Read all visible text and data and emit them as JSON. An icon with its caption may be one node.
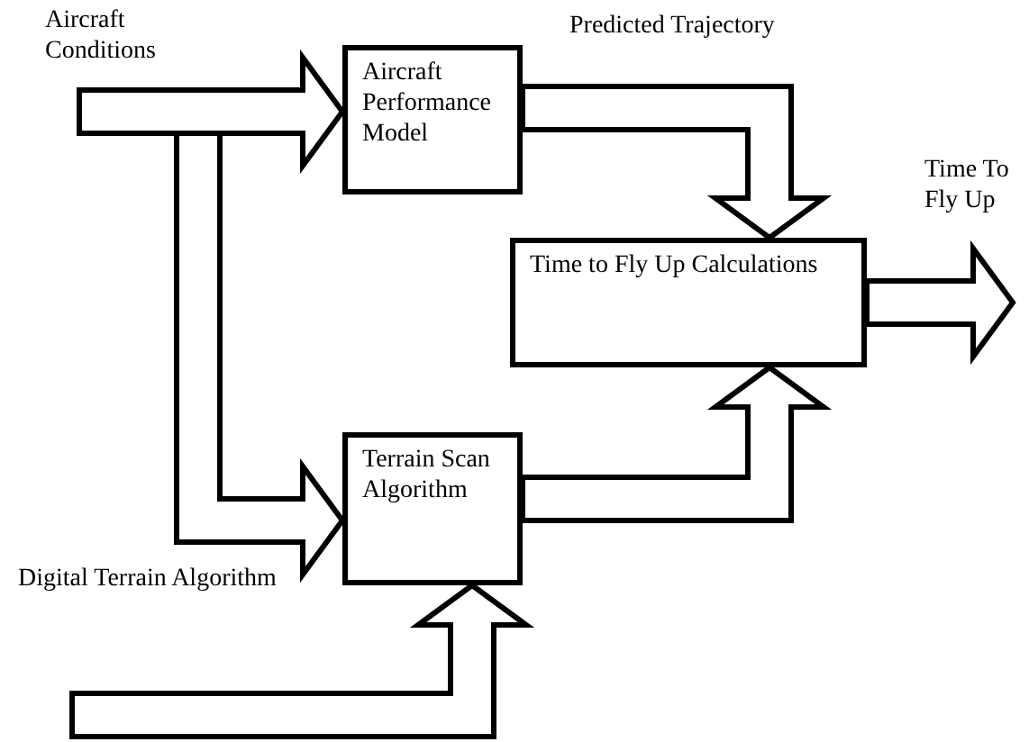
{
  "diagram": {
    "nodes": [
      {
        "text": [
          "Aircraft Conditions"
        ]
      },
      {
        "text": [
          "Aircraft Performance Model"
        ]
      },
      {
        "text": [
          "Time to Fly Up Calculations"
        ]
      },
      {
        "text": [
          "Terrain Scan Algorithm"
        ]
      }
    ],
    "edges": [
      {
        "from": 0,
        "to": 3,
        "arrow": "to"
      },
      {
        "from": 0,
        "to": 1,
        "arrow": "to"
      },
      {
        "from": 1,
        "to": 2,
        "arrow": "to",
        "label": "Predicted Trajectory"
      },
      {
        "from": 3,
        "to": 2,
        "arrow": "to"
      },
      {
        "from": 2,
        "to": null,
        "arrow": "to",
        "label": "Time To Fly Up"
      },
      {
        "from": null,
        "to": 3,
        "arrow": "to",
        "label": "Digital Terrain Algorithm"
      }
    ]
  }
}
